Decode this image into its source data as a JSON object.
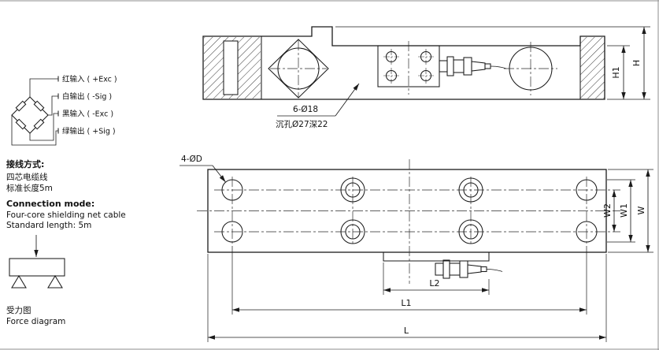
{
  "left_panel": {
    "bridge_wires": [
      {
        "label": "红输入 ( +Exc )"
      },
      {
        "label": "白输出 ( -Sig )"
      },
      {
        "label": "黑输入 ( -Exc )"
      },
      {
        "label": "绿输出 ( +Sig )"
      }
    ],
    "connection_cn": {
      "title": "接线方式:",
      "line1": "四芯电缆线",
      "line2": "标准长度5m"
    },
    "connection_en": {
      "title": "Connection mode:",
      "line1": "Four-core shielding net cable",
      "line2": "Standard length: 5m"
    },
    "force_diagram": {
      "label_cn": "受力图",
      "label_en": "Force diagram"
    }
  },
  "side_view": {
    "hole_note": {
      "line1": "6-Ø18",
      "line2": "沉孔Ø27深22"
    },
    "dims": {
      "h1": "H1",
      "h": "H"
    }
  },
  "top_view": {
    "hole_note": "4-ØD",
    "dims": {
      "w2": "W2",
      "w1": "W1",
      "w": "W",
      "l2": "L2",
      "l1": "L1",
      "l": "L"
    }
  }
}
